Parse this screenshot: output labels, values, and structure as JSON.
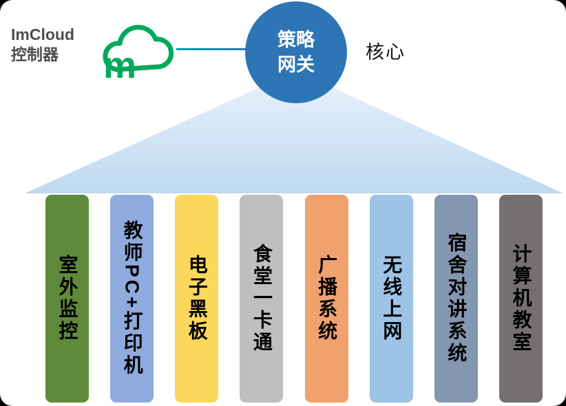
{
  "header": {
    "controller": {
      "line1": "ImCloud",
      "line2": "控制器"
    },
    "cloud_letter": "m",
    "gateway": {
      "line1": "策略",
      "line2": "网关"
    },
    "core_label": "核心"
  },
  "colors": {
    "gateway_blue": "#2e75b6",
    "cloud_green": "#00a95c",
    "triangle_top": "#eaf2fb",
    "triangle_bottom": "#bed9f0"
  },
  "columns": [
    {
      "label": "室外监控",
      "color": "#5f8a3b"
    },
    {
      "label": "教师PC+打印机",
      "color": "#8faadc"
    },
    {
      "label": "电子黑板",
      "color": "#fbd75b"
    },
    {
      "label": "食堂一卡通",
      "color": "#bfbfbf"
    },
    {
      "label": "广播系统",
      "color": "#f0a16e"
    },
    {
      "label": "无线上网",
      "color": "#9dc3e6"
    },
    {
      "label": "宿舍对讲系统",
      "color": "#8496b0"
    },
    {
      "label": "计算机教室",
      "color": "#747070"
    }
  ]
}
